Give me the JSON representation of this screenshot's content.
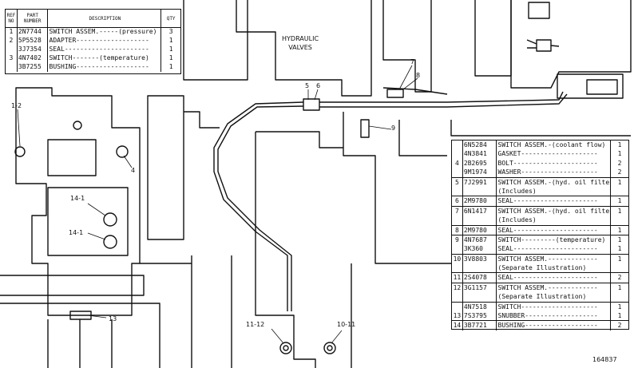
{
  "top_table": {
    "headers": {
      "no": "REF NO",
      "part": "PART NUMBER",
      "desc": "DESCRIPTION",
      "qty": "QTY"
    },
    "rows": [
      {
        "no": "1",
        "part": "2N7744",
        "desc": "SWITCH ASSEM.-----(pressure)",
        "qty": "3"
      },
      {
        "no": "2",
        "part": "5P5528",
        "desc": "ADAPTER-------------------",
        "qty": "1"
      },
      {
        "no": "",
        "part": "3J7354",
        "desc": "SEAL----------------------",
        "qty": "1"
      },
      {
        "no": "3",
        "part": "4N7402",
        "desc": "SWITCH-------(temperature)",
        "qty": "1"
      },
      {
        "no": "",
        "part": "3B7255",
        "desc": "BUSHING-------------------",
        "qty": "1"
      }
    ]
  },
  "right_table": {
    "rows": [
      {
        "no": "",
        "part": "6N5284",
        "desc": "SWITCH ASSEM.-(coolant flow)",
        "qty": "1",
        "sep": false
      },
      {
        "no": "",
        "part": "4N3841",
        "desc": "GASKET--------------------",
        "qty": "1",
        "sep": false
      },
      {
        "no": "4",
        "part": "2B2695",
        "desc": "BOLT----------------------",
        "qty": "2",
        "sep": false
      },
      {
        "no": "",
        "part": "9M1974",
        "desc": "WASHER--------------------",
        "qty": "2",
        "sep": false
      },
      {
        "no": "5",
        "part": "7J2991",
        "desc": "SWITCH ASSEM.-(hyd. oil filter)",
        "qty": "1",
        "sep": true
      },
      {
        "no": "",
        "part": "",
        "desc": "(Includes)",
        "qty": "",
        "sep": false
      },
      {
        "no": "6",
        "part": "2M9780",
        "desc": "SEAL----------------------",
        "qty": "1",
        "sep": true
      },
      {
        "no": "7",
        "part": "6N1417",
        "desc": "SWITCH ASSEM.-(hyd. oil filter)",
        "qty": "1",
        "sep": true
      },
      {
        "no": "",
        "part": "",
        "desc": "(Includes)",
        "qty": "",
        "sep": false
      },
      {
        "no": "8",
        "part": "2M9780",
        "desc": "SEAL----------------------",
        "qty": "1",
        "sep": true
      },
      {
        "no": "9",
        "part": "4N7687",
        "desc": "SWITCH---------(temperature)",
        "qty": "1",
        "sep": true
      },
      {
        "no": "",
        "part": "3K360",
        "desc": "SEAL----------------------",
        "qty": "1",
        "sep": false
      },
      {
        "no": "10",
        "part": "3V8803",
        "desc": "SWITCH ASSEM.-------------",
        "qty": "1",
        "sep": true
      },
      {
        "no": "",
        "part": "",
        "desc": "(Separate Illustration)",
        "qty": "",
        "sep": false
      },
      {
        "no": "11",
        "part": "2S4078",
        "desc": "SEAL----------------------",
        "qty": "2",
        "sep": true
      },
      {
        "no": "12",
        "part": "3G1157",
        "desc": "SWITCH ASSEM.-------------",
        "qty": "1",
        "sep": true
      },
      {
        "no": "",
        "part": "",
        "desc": "(Separate Illustration)",
        "qty": "",
        "sep": false
      },
      {
        "no": "",
        "part": "4N7518",
        "desc": "SWITCH--------------------",
        "qty": "1",
        "sep": true
      },
      {
        "no": "13",
        "part": "7S3795",
        "desc": "SNUBBER-------------------",
        "qty": "1",
        "sep": false
      },
      {
        "no": "14",
        "part": "3B7721",
        "desc": "BUSHING-------------------",
        "qty": "2",
        "sep": true
      }
    ]
  },
  "callouts": {
    "hydraulic_valves_1": "HYDRAULIC",
    "hydraulic_valves_2": "VALVES",
    "c_1_2": "1-2",
    "c_4": "4",
    "c_14_1a": "14-1",
    "c_14_1b": "14-1",
    "c_13": "13",
    "c_5": "5",
    "c_6": "6",
    "c_7": "7",
    "c_8": "8",
    "c_9": "9",
    "c_11_12": "11-12",
    "c_10_11": "10-11"
  },
  "figure_number": "164837"
}
